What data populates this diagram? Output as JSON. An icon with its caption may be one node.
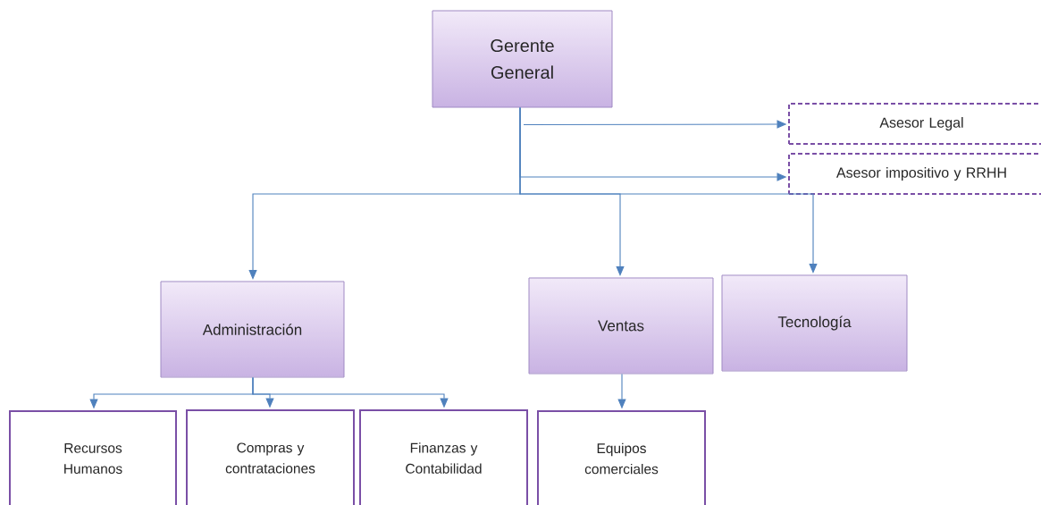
{
  "diagram": {
    "nodes": [
      {
        "text": [
          "Gerente General"
        ]
      },
      {
        "text": [
          "Asesor Legal"
        ]
      },
      {
        "text": [
          "Asesor impositivo y RRHH"
        ]
      },
      {
        "text": [
          "Administración"
        ]
      },
      {
        "text": [
          "Ventas"
        ]
      },
      {
        "text": [
          "Tecnología"
        ]
      },
      {
        "text": [
          "Recursos Humanos"
        ]
      },
      {
        "text": [
          "Compras y contrataciones"
        ]
      },
      {
        "text": [
          "Finanzas y Contabilidad"
        ]
      },
      {
        "text": [
          "Equipos comerciales"
        ]
      }
    ],
    "edges": [
      {
        "from": 0,
        "to": 1,
        "arrow": "to"
      },
      {
        "from": 0,
        "to": 2,
        "arrow": "to"
      },
      {
        "from": 0,
        "to": 3,
        "arrow": "to"
      },
      {
        "from": 0,
        "to": 4,
        "arrow": "to"
      },
      {
        "from": 0,
        "to": 5,
        "arrow": "to"
      },
      {
        "from": 3,
        "to": 6,
        "arrow": "to"
      },
      {
        "from": 3,
        "to": 7,
        "arrow": "to"
      },
      {
        "from": 3,
        "to": 8,
        "arrow": "to"
      },
      {
        "from": 4,
        "to": 9,
        "arrow": "to"
      }
    ]
  }
}
